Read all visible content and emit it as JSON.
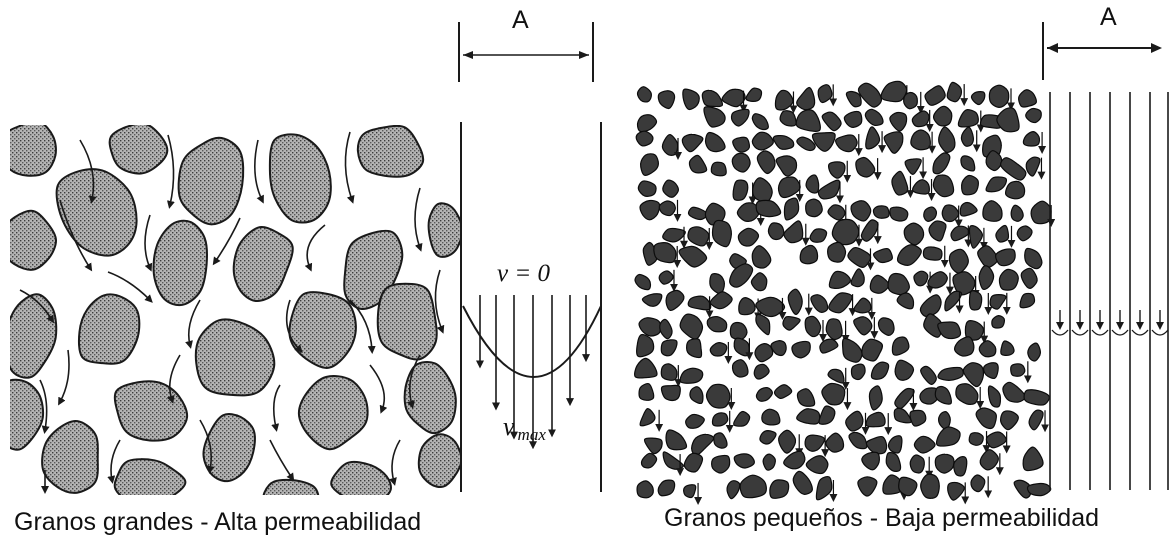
{
  "captions": {
    "left": "Granos grandes - Alta permeabilidad",
    "right": "Granos pequeños - Baja permeabilidad"
  },
  "width_labels": {
    "left": "A",
    "right": "A"
  },
  "velocity_labels": {
    "zero": "v = 0",
    "max_symbol": "v",
    "max_subscript": "max"
  },
  "colors": {
    "ink": "#1a1a1a",
    "large_grain_fill": "#9a9a9a",
    "small_grain_fill": "#3a3a3a",
    "background": "#ffffff"
  },
  "panels": {
    "left": {
      "grain_size": "large",
      "permeability": "high"
    },
    "right": {
      "grain_size": "small",
      "permeability": "low"
    }
  }
}
